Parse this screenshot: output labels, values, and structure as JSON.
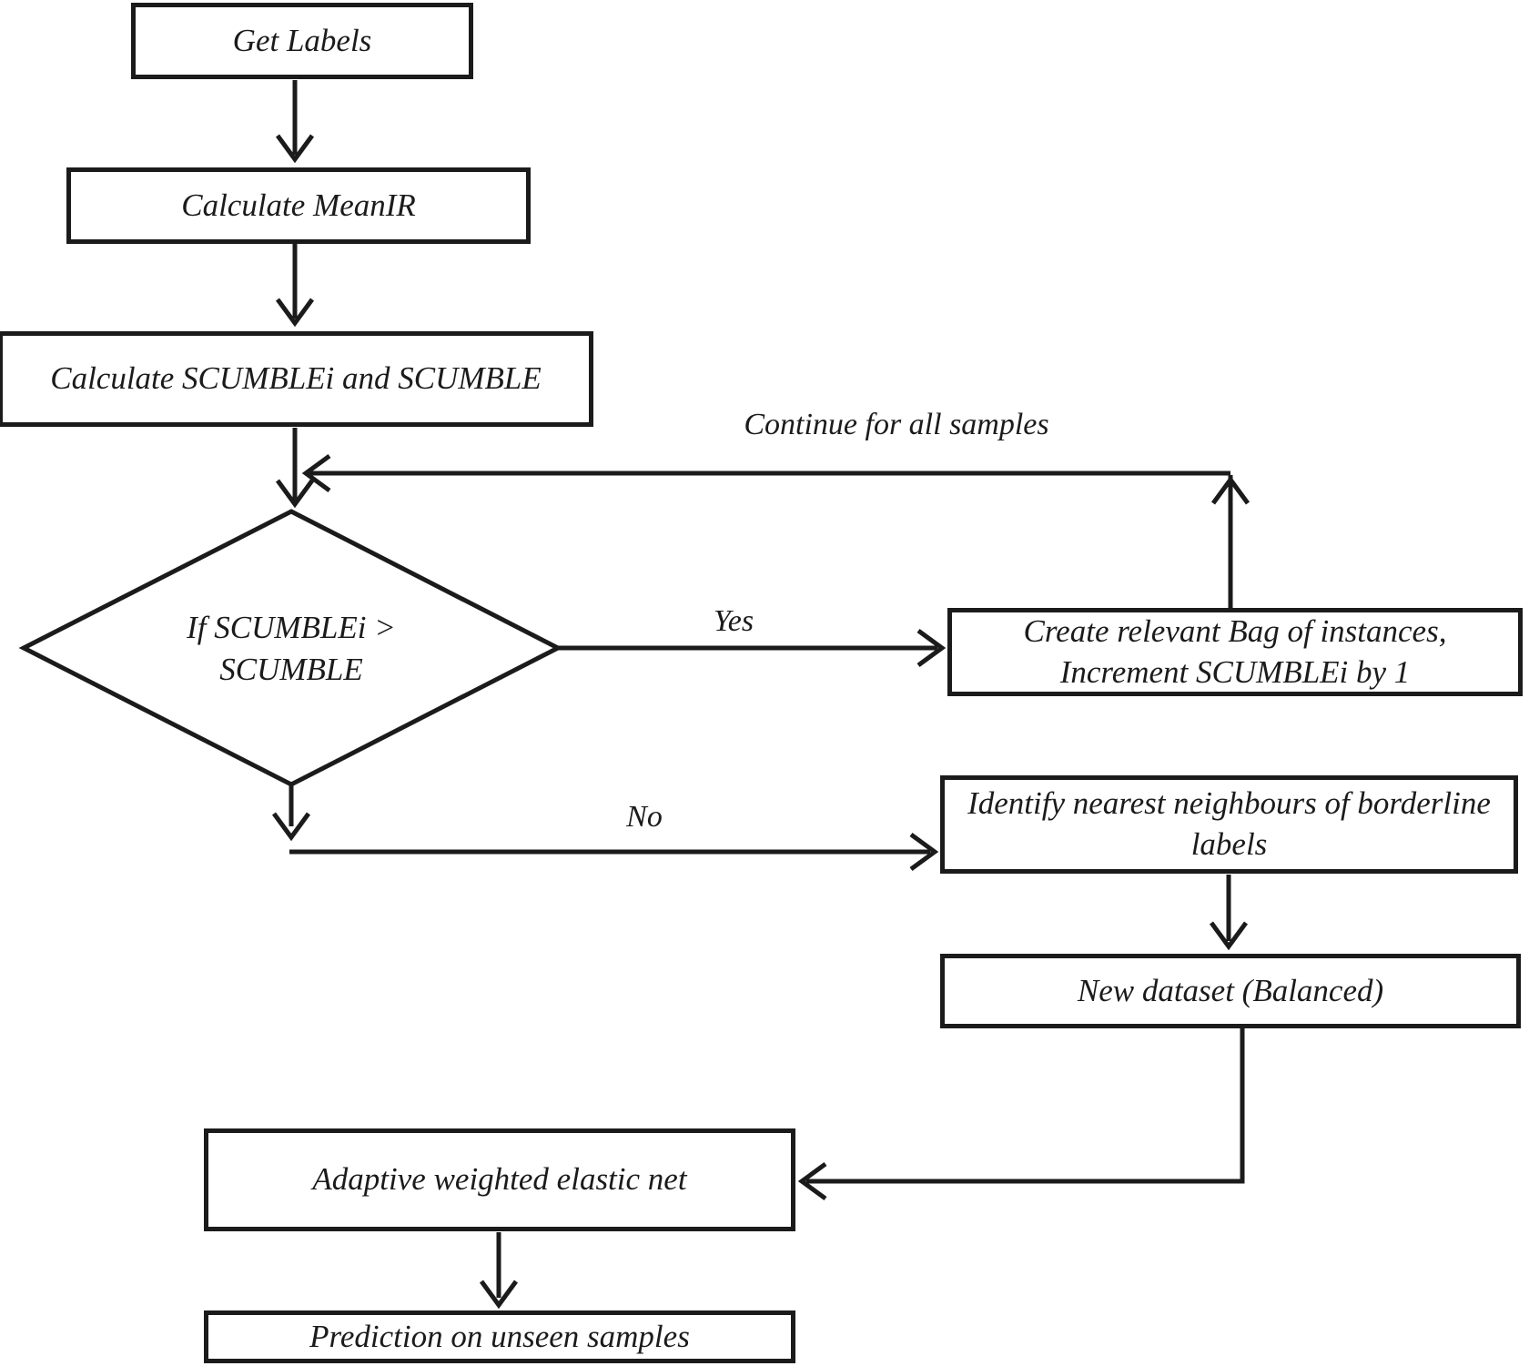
{
  "diagram": {
    "colors": {
      "line": "#1b1b1b",
      "background": "#ffffff",
      "node_fill": "#ffffff"
    },
    "nodes": {
      "get_labels": {
        "label": "Get Labels"
      },
      "calc_meanir": {
        "label": "Calculate MeanIR"
      },
      "calc_scumble": {
        "label": "Calculate SCUMBLEi and SCUMBLE"
      },
      "decision": {
        "line1": "If SCUMBLEi >",
        "line2": "SCUMBLE"
      },
      "create_bag": {
        "line1": "Create relevant Bag of instances,",
        "line2": "Increment  SCUMBLEi by 1"
      },
      "identify": {
        "line1": "Identify nearest neighbours of borderline",
        "line2": "labels"
      },
      "new_dataset": {
        "label": "New dataset (Balanced)"
      },
      "adaptive": {
        "label": "Adaptive weighted elastic net"
      },
      "prediction": {
        "label": "Prediction on unseen samples"
      }
    },
    "edge_labels": {
      "yes": "Yes",
      "no": "No",
      "continue": "Continue for all samples"
    }
  }
}
